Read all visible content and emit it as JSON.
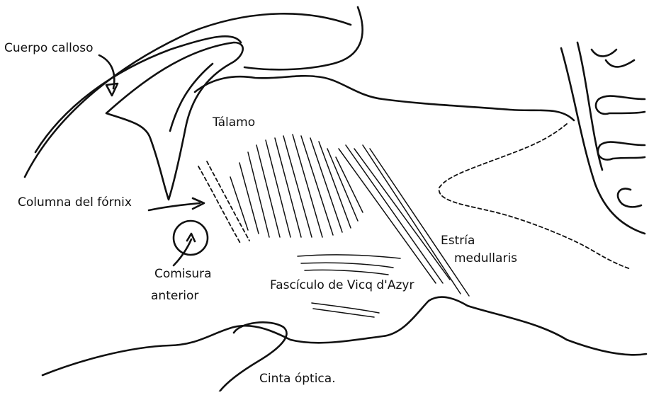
{
  "labels": {
    "cuerpo_calloso": "Cuerpo calloso",
    "talamo": "Tálamo",
    "columna_fornix": "Columna del fórnix",
    "comisura_line1": "Comisura",
    "comisura_line2": "anterior",
    "estria_line1": "Estría",
    "estria_line2": "medullaris",
    "fasciculo": "Fascículo de Vicq d'Azyr",
    "cinta": "Cinta óptica."
  },
  "colors": {
    "ink": "#111111",
    "paper": "#ffffff"
  }
}
